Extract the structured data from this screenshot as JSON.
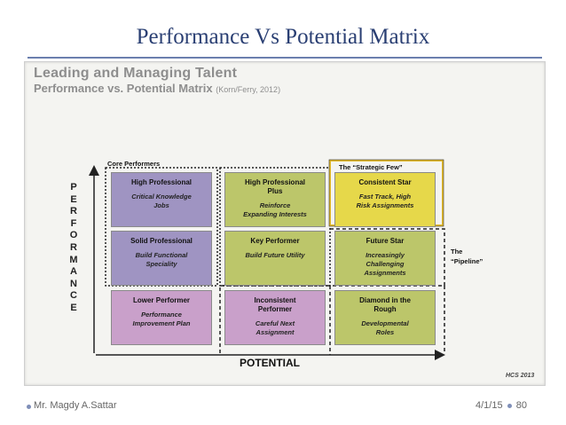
{
  "slide": {
    "title": "Performance Vs Potential Matrix"
  },
  "figure": {
    "heading": "Leading and Managing Talent",
    "subheading": "Performance vs. Potential Matrix",
    "subheading_cite": "(Korn/Ferry, 2012)",
    "y_axis_letters": [
      "P",
      "E",
      "R",
      "F",
      "O",
      "R",
      "M",
      "A",
      "N",
      "C",
      "E"
    ],
    "x_axis_label": "POTENTIAL",
    "group_labels": {
      "core_performers": "Core Performers",
      "strategic_few": "The “Strategic Few”",
      "pipeline": "The\n“Pipeline”"
    },
    "cells": [
      {
        "title": "High Professional",
        "action": "Critical Knowledge\nJobs",
        "color": "#9f94c2"
      },
      {
        "title": "High Professional\nPlus",
        "action": "Reinforce\nExpanding Interests",
        "color": "#bcc66a"
      },
      {
        "title": "Consistent Star",
        "action": "Fast Track, High\nRisk Assignments",
        "color": "#e6d84a"
      },
      {
        "title": "Solid Professional",
        "action": "Build Functional\nSpeciality",
        "color": "#9f94c2"
      },
      {
        "title": "Key Performer",
        "action": "Build Future Utility",
        "color": "#bcc66a"
      },
      {
        "title": "Future Star",
        "action": "Increasingly\nChallenging\nAssignments",
        "color": "#bcc66a"
      },
      {
        "title": "Lower Performer",
        "action": "Performance\nImprovement Plan",
        "color": "#c9a0ca"
      },
      {
        "title": "Inconsistent\nPerformer",
        "action": "Careful Next\nAssignment",
        "color": "#c9a0ca"
      },
      {
        "title": "Diamond in the\nRough",
        "action": "Developmental\nRoles",
        "color": "#bcc66a"
      }
    ],
    "credit": "HCS 2013"
  },
  "footer": {
    "author": "Mr. Magdy A.Sattar",
    "date": "4/1/15",
    "page": "80"
  },
  "colors": {
    "title": "#2a3f73",
    "strategic_frame": "#e2b92a",
    "bullet": "#7f8fb8"
  }
}
